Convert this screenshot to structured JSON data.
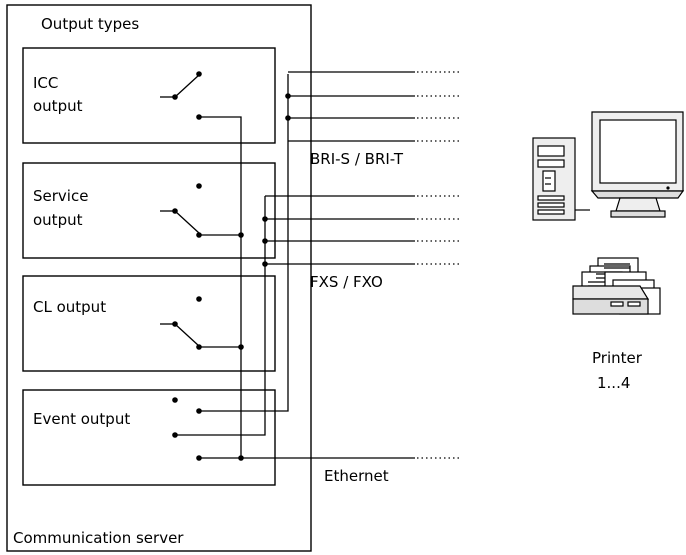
{
  "server": {
    "title": "Output types",
    "footer": "Communication server"
  },
  "outputs": [
    {
      "label_line1": "ICC",
      "label_line2": "output"
    },
    {
      "label_line1": "Service",
      "label_line2": "output"
    },
    {
      "label_line1": "CL output"
    },
    {
      "label_line1": "Event output"
    }
  ],
  "lines": {
    "bri": "BRI-S / BRI-T",
    "fxs": "FXS / FXO",
    "ethernet": "Ethernet"
  },
  "printer": {
    "label": "Printer",
    "range": "1...4"
  },
  "icons": {
    "computer": "computer-icon",
    "printer": "printer-stack-icon"
  }
}
